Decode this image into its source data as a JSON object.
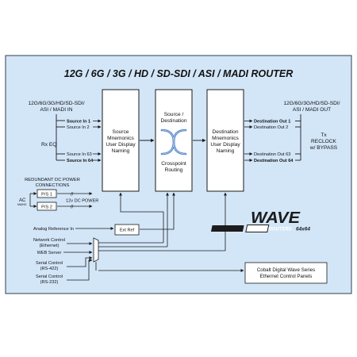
{
  "title": "12G / 6G / 3G / HD / SD-SDI / ASI / MADI ROUTER",
  "input_side": {
    "header_line1": "12G/6G/3G/HD/SD-SDI/",
    "header_line2": "ASI / MADI IN",
    "rx_eq": "Rx  EQ",
    "sources": [
      "Source In 1",
      "Source In 2",
      "Source In 63",
      "Source In 64"
    ]
  },
  "blocks": {
    "source_naming": [
      "Source",
      "Mnemonics",
      "User Display",
      "Naming"
    ],
    "crosspoint_top": [
      "Source /",
      "Destination"
    ],
    "crosspoint_bottom": [
      "Crosspoint",
      "Routing"
    ],
    "dest_naming": [
      "Destination",
      "Mnemonics",
      "User Display",
      "Naming"
    ]
  },
  "output_side": {
    "header_line1": "12G/6G/3G/HD/SD-SDI/",
    "header_line2": "ASI / MADI OUT",
    "tx_line1": "Tx",
    "tx_line2": "RECLOCK",
    "tx_line3": "w/ BYPASS",
    "destinations": [
      "Destination Out 1",
      "Destination Out 2",
      "Destination Out 63",
      "Destination Out 64"
    ]
  },
  "power": {
    "header_line1": "REDUNDANT DC POWER",
    "header_line2": "CONNECTIONS",
    "ac_label": "AC",
    "mains_label": "MAINS",
    "ps1": "P/S 1",
    "ps2": "P/S 2",
    "dc_label": "12v DC POWER",
    "slash": "//"
  },
  "control": {
    "analog_ref": "Analog Reference In",
    "ext_ref": "Ext Ref",
    "network_line1": "Network Control",
    "network_line2": "(Ethernet)",
    "web_server": "WEB Server",
    "serial422_line1": "Serial Control",
    "serial422_line2": "(RS-422)",
    "serial232_line1": "Serial Control",
    "serial232_line2": "(RS-232)",
    "panels_line1": "Cobalt Digital Wave Series",
    "panels_line2": "Ethernet Control Panels"
  },
  "logo": {
    "wave": "WAVE",
    "routers": "ROUTERS",
    "size": "64x64"
  },
  "colors": {
    "background": "#d3e6f8",
    "border": "#2f3d4d",
    "line": "#1a1a1a",
    "block_fill": "#ffffff",
    "crosspoint_blue": "#4a7fc4"
  }
}
